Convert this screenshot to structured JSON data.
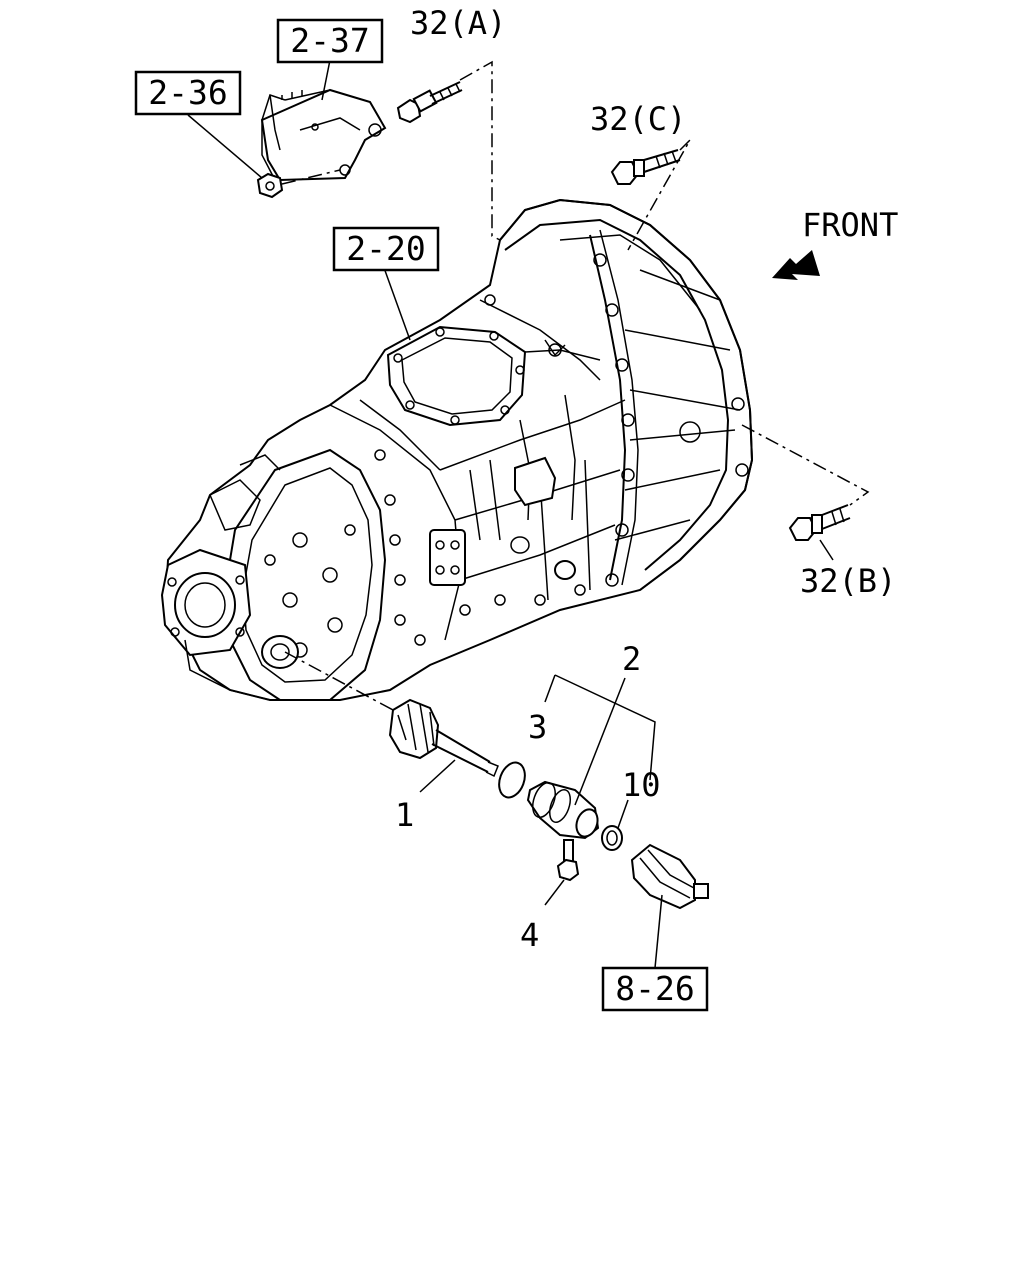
{
  "direction": {
    "text": "FRONT"
  },
  "boxed_refs": {
    "b_2_37": "2-37",
    "b_2_36": "2-36",
    "b_2_20": "2-20",
    "b_8_26": "8-26"
  },
  "callouts": {
    "c32a": "32(A)",
    "c32c": "32(C)",
    "c32b": "32(B)",
    "c1": "1",
    "c2": "2",
    "c3": "3",
    "c4": "4",
    "c10": "10"
  }
}
